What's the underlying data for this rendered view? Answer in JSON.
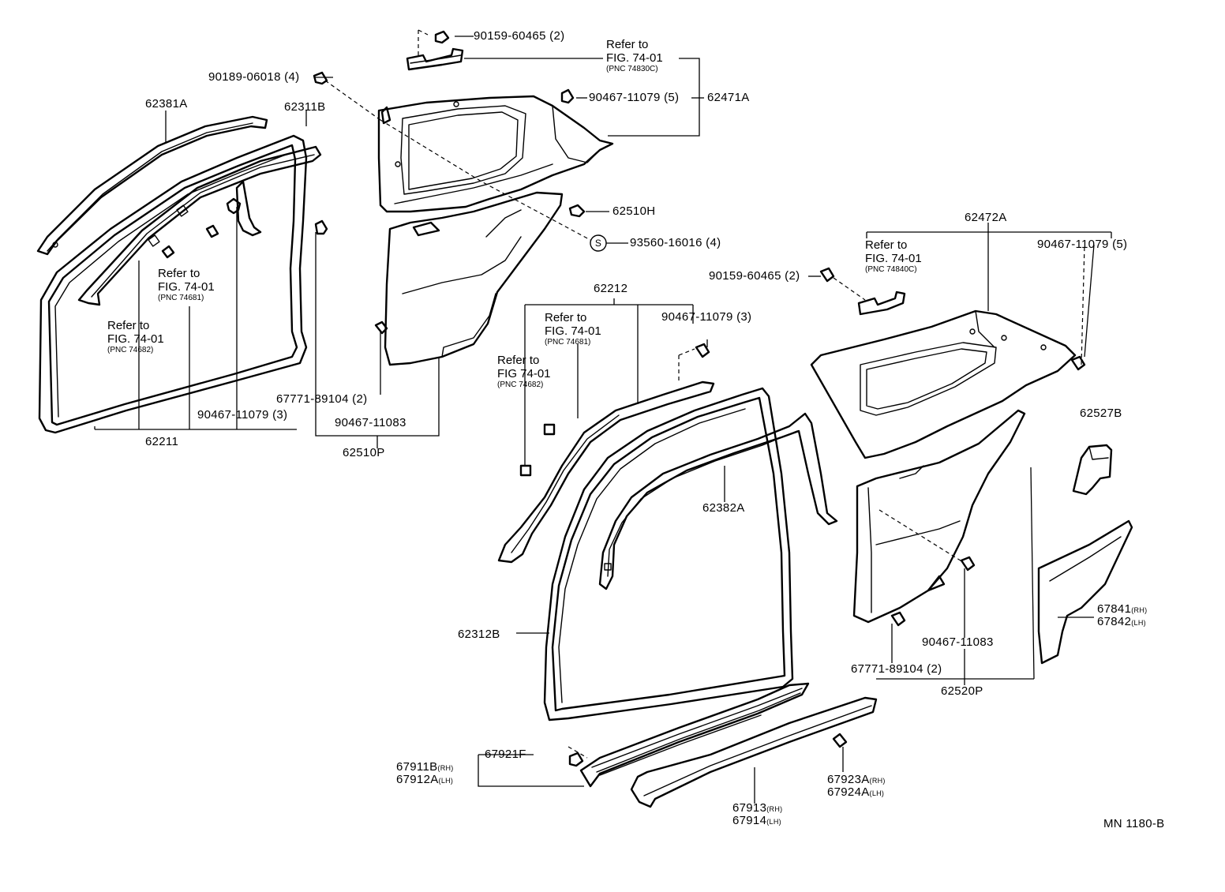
{
  "diagram_code": "MN 1180-B",
  "refer": {
    "text": "Refer to",
    "fig": "FIG. 74-01",
    "fig_alt": "FIG 74-01",
    "pnc_74830c": "(PNC 74830C)",
    "pnc_74840c": "(PNC 74840C)",
    "pnc_74681": "(PNC 74681)",
    "pnc_74682": "(PNC 74682)"
  },
  "parts": {
    "p90159_60465_top": "90159-60465 (2)",
    "p90189_06018": "90189-06018 (4)",
    "p90467_11079_5_top": "90467-11079 (5)",
    "p62471a": "62471A",
    "p62381a": "62381A",
    "p62311b": "62311B",
    "p62510h": "62510H",
    "p93560_16016": "93560-16016 (4)",
    "s_symbol": "S",
    "p62472a": "62472A",
    "p90467_11079_5_right": "90467-11079 (5)",
    "p90159_60465_mid": "90159-60465 (2)",
    "p62212": "62212",
    "p90467_11079_3_mid": "90467-11079 (3)",
    "p62527b": "62527B",
    "p62382a": "62382A",
    "p67771_89104_left": "67771-89104 (2)",
    "p90467_11079_3_left": "90467-11079 (3)",
    "p90467_11083_left": "90467-11083",
    "p62211": "62211",
    "p62510p": "62510P",
    "p62312b": "62312B",
    "p67841": "67841",
    "p67842": "67842",
    "rh": "(RH)",
    "lh": "(LH)",
    "p90467_11083_right": "90467-11083",
    "p67771_89104_right": "67771-89104 (2)",
    "p62520p": "62520P",
    "p67921f": "67921F",
    "p67911b": "67911B",
    "p67912a": "67912A",
    "p67923a": "67923A",
    "p67924a": "67924A",
    "p67913": "67913",
    "p67914": "67914"
  }
}
